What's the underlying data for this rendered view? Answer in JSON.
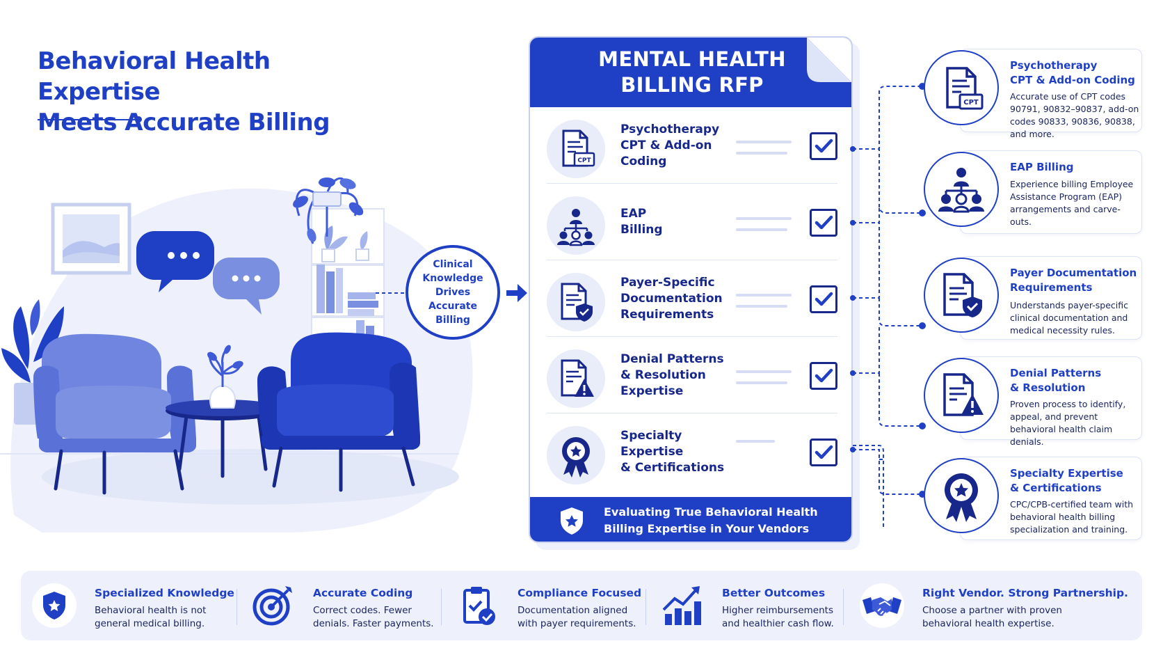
{
  "headline": {
    "line1": "Behavioral Health Expertise",
    "line2": "Meets Accurate Billing"
  },
  "clinical_badge": {
    "text": "Clinical Knowledge Drives Accurate Billing"
  },
  "rfp_document": {
    "title_line1": "MENTAL HEALTH",
    "title_line2": "BILLING RFP",
    "rows": [
      {
        "label": "Psychotherapy\nCPT & Add-on\nCoding",
        "icon": "cpt-document-icon",
        "checked": true
      },
      {
        "label": "EAP\nBilling",
        "icon": "people-network-icon",
        "checked": true
      },
      {
        "label": "Payer-Specific\nDocumentation\nRequirements",
        "icon": "document-shield-icon",
        "checked": true
      },
      {
        "label": "Denial Patterns\n& Resolution\nExpertise",
        "icon": "document-warning-icon",
        "checked": true
      },
      {
        "label": "Specialty Expertise\n& Certifications",
        "icon": "award-ribbon-icon",
        "checked": true
      }
    ],
    "footer_text": "Evaluating True Behavioral Health Billing Expertise in Your Vendors",
    "footer_icon": "star-shield-icon"
  },
  "cpt_icon_label": "CPT",
  "features": [
    {
      "title": "Psychotherapy\nCPT & Add-on Coding",
      "description": "Accurate use of CPT codes 90791, 90832–90837, add-on codes 90833, 90836, 90838, and more.",
      "icon": "cpt-document-icon"
    },
    {
      "title": "EAP Billing",
      "description": "Experience billing Employee Assistance Program (EAP) arrangements and carve-outs.",
      "icon": "people-network-icon"
    },
    {
      "title": "Payer Documentation\nRequirements",
      "description": "Understands payer-specific clinical documentation and medical necessity rules.",
      "icon": "document-shield-icon"
    },
    {
      "title": "Denial Patterns\n& Resolution",
      "description": "Proven process to identify, appeal, and prevent behavioral health claim denials.",
      "icon": "document-warning-icon"
    },
    {
      "title": "Specialty Expertise\n& Certifications",
      "description": "CPC/CPB-certified team with behavioral health billing specialization and training.",
      "icon": "award-ribbon-icon"
    }
  ],
  "benefits": [
    {
      "title": "Specialized Knowledge",
      "description": "Behavioral health is not\ngeneral medical billing.",
      "icon": "shield-star-icon"
    },
    {
      "title": "Accurate Coding",
      "description": "Correct codes. Fewer\ndenials. Faster payments.",
      "icon": "target-arrow-icon"
    },
    {
      "title": "Compliance Focused",
      "description": "Documentation aligned\nwith payer requirements.",
      "icon": "clipboard-check-icon"
    },
    {
      "title": "Better Outcomes",
      "description": "Higher reimbursements\nand healthier cash flow.",
      "icon": "growth-chart-icon"
    },
    {
      "title": "Right Vendor. Strong Partnership.",
      "description": "Choose a partner with proven\nbehavioral health expertise.",
      "icon": "handshake-icon"
    }
  ],
  "colors": {
    "primary": "#1f3fc4",
    "navy": "#17278a",
    "light": "#eef1fb",
    "mid": "#7b8fe0"
  }
}
